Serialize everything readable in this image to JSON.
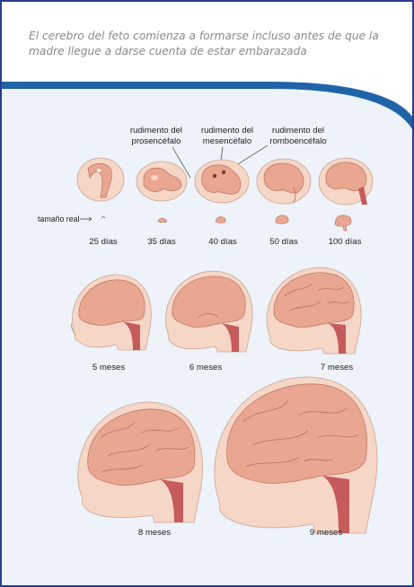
{
  "caption": {
    "line1": "El cerebro del feto comienza a formarse incluso antes de que la",
    "line2": "madre llegue a darse cuenta de estar embarazada"
  },
  "annotations": {
    "prosencephalon": [
      "rudimento del",
      "prosencéfalo"
    ],
    "mesencephalon": [
      "rudimento del",
      "mesencéfalo"
    ],
    "rhombencephalon": [
      "rudimento del",
      "romboencéfalo"
    ]
  },
  "real_size_label": "tamaño real",
  "stages_days": [
    "25 días",
    "35 días",
    "40 días",
    "50 días",
    "100 días"
  ],
  "stages_months": [
    "5 meses",
    "6 meses",
    "7 meses",
    "8 meses",
    "9 meses"
  ],
  "colors": {
    "frame": "#2a3d8f",
    "band": "#1f64a8",
    "panel": "#eef2f9",
    "skin": "#f6d6c6",
    "brain": "#e9a792",
    "brainstem": "#c55b5b"
  }
}
